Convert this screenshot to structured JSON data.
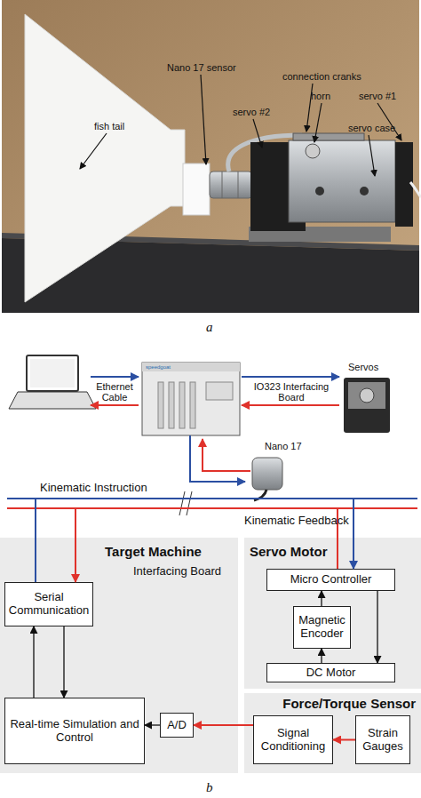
{
  "diagram": {
    "nodes": [
      {
        "text": [
          "Target Machine",
          "Interfacing Board"
        ]
      },
      {
        "text": [
          "Serial Communication"
        ],
        "in": 0
      },
      {
        "text": [
          "Real-time Simulation and Control"
        ],
        "in": 0
      },
      {
        "text": [
          "A/D"
        ],
        "in": 0
      },
      {
        "text": [
          "Servo Motor"
        ]
      },
      {
        "text": [
          "Micro Controller"
        ],
        "in": 4
      },
      {
        "text": [
          "Magnetic Encoder"
        ],
        "in": 4
      },
      {
        "text": [
          "DC Motor"
        ],
        "in": 4
      },
      {
        "text": [
          "Force/Torque Sensor"
        ]
      },
      {
        "text": [
          "Signal Conditioning"
        ],
        "in": 8
      },
      {
        "text": [
          "Strain Gauges"
        ],
        "in": 8
      }
    ],
    "edges": [
      {
        "from": 1,
        "to": 5,
        "label": "Kinematic Instruction",
        "arrow": "to"
      },
      {
        "from": 5,
        "to": 1,
        "label": "Kinematic Feedback",
        "arrow": "to"
      },
      {
        "from": 2,
        "to": 1,
        "arrow": "to"
      },
      {
        "from": 1,
        "to": 2,
        "arrow": "to"
      },
      {
        "from": 3,
        "to": 2,
        "arrow": "to"
      },
      {
        "from": 9,
        "to": 3,
        "arrow": "to"
      },
      {
        "from": 10,
        "to": 9,
        "arrow": "to"
      },
      {
        "from": 5,
        "to": 7,
        "arrow": "to"
      },
      {
        "from": 7,
        "to": 6,
        "arrow": "to"
      },
      {
        "from": 6,
        "to": 5,
        "arrow": "to"
      }
    ],
    "labels": [
      "fish tail",
      "Nano 17 sensor",
      "connection cranks",
      "servo #2",
      "horn",
      "servo #1",
      "servo case",
      "a",
      "Ethernet Cable",
      "speedgoat",
      "IO323 Interfacing Board",
      "Servos",
      "Nano 17",
      "b"
    ]
  }
}
